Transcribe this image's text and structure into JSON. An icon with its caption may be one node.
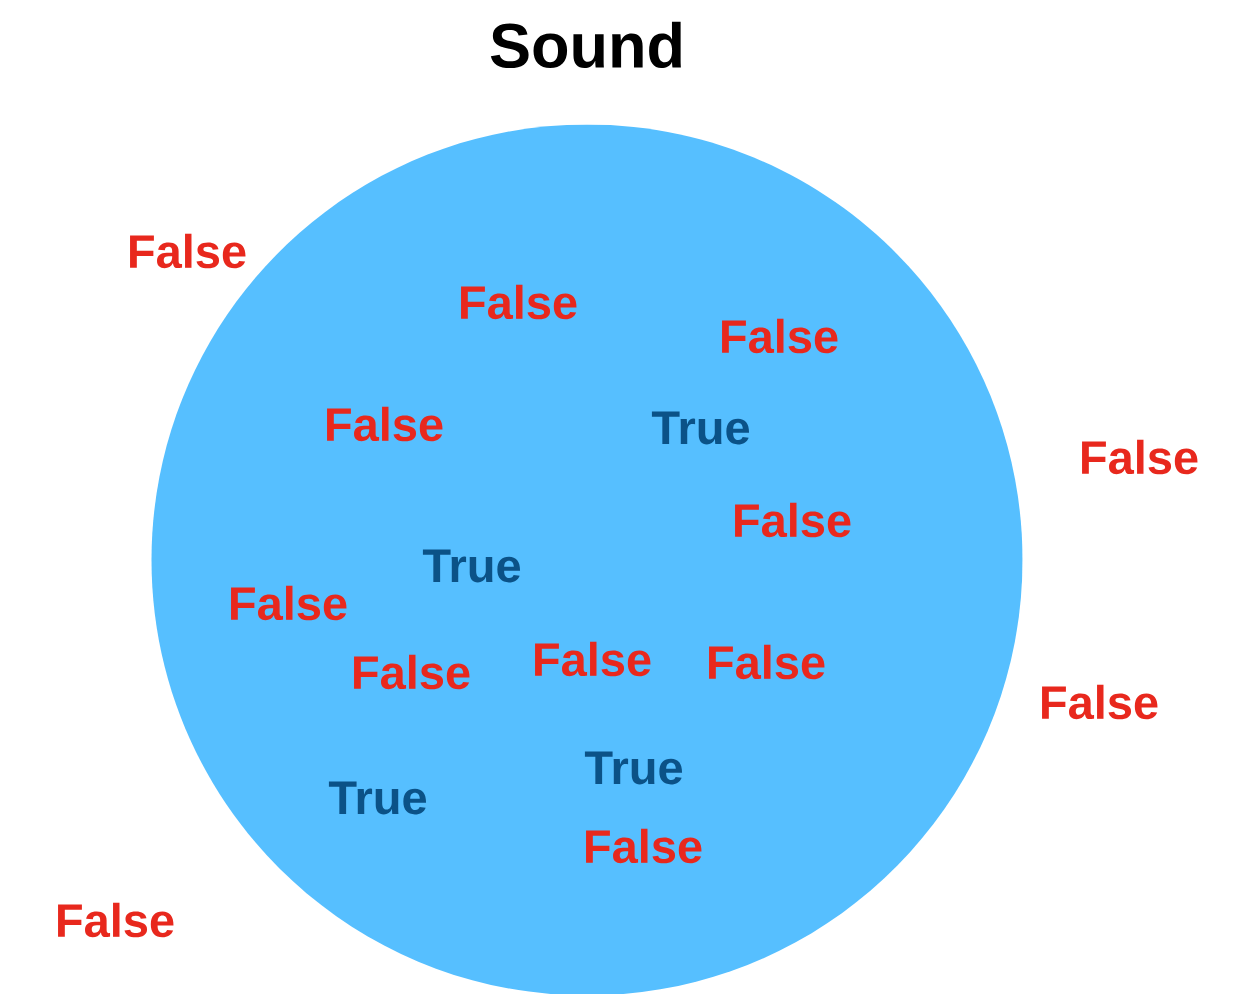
{
  "diagram": {
    "title": "Sound",
    "nodes": [
      {
        "text": [
          "False",
          "False",
          "False",
          "True",
          "False",
          "True",
          "False",
          "False",
          "False",
          "False",
          "True",
          "True",
          "False"
        ]
      }
    ],
    "labels": [
      "False",
      "False",
      "False",
      "False"
    ]
  }
}
